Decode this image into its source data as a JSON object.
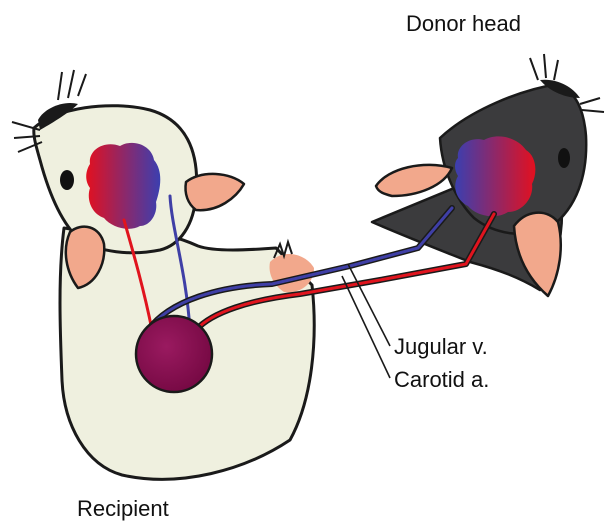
{
  "labels": {
    "donor_head": "Donor head",
    "jugular": "Jugular v.",
    "carotid": "Carotid a.",
    "recipient": "Recipient"
  },
  "colors": {
    "recipient_fur": "#eff0df",
    "donor_fur": "#3b3b3d",
    "ear": "#f2a88c",
    "artery": "#e0141e",
    "vein": "#3f3fa6",
    "heart": "#8a0f52",
    "outline": "#1a1a1a"
  }
}
